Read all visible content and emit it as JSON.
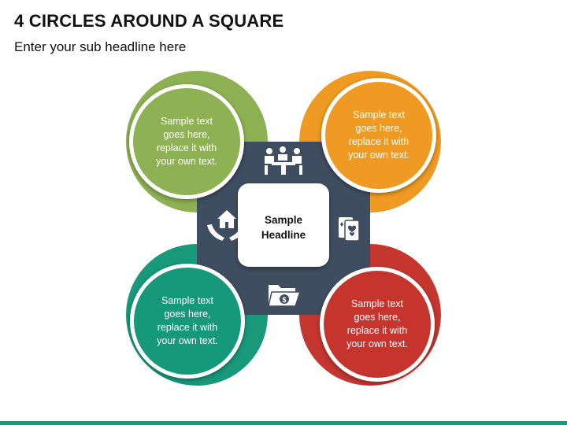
{
  "slide": {
    "title": "4 CIRCLES AROUND A SQUARE",
    "subtitle": "Enter your sub headline here"
  },
  "center": {
    "line1": "Sample",
    "line2": "Headline"
  },
  "circles": [
    {
      "id": "top-left",
      "color": "#8db152",
      "lines": [
        "Sample text",
        "goes here,",
        "replace it with",
        "your own text."
      ]
    },
    {
      "id": "top-right",
      "color": "#ef9a22",
      "lines": [
        "Sample text",
        "goes here,",
        "replace it with",
        "your own text."
      ]
    },
    {
      "id": "bottom-left",
      "color": "#17997a",
      "lines": [
        "Sample text",
        "goes here,",
        "replace it with",
        "your own text."
      ]
    },
    {
      "id": "bottom-right",
      "color": "#c5362f",
      "lines": [
        "Sample text",
        "goes here,",
        "replace it with",
        "your own text."
      ]
    }
  ],
  "icons": {
    "top": "meeting-icon",
    "right": "playing-cards-icon",
    "bottom": "money-folder-icon",
    "left": "house-hands-icon"
  },
  "colors": {
    "square": "#3e4d60",
    "accent_bar": "#17997a"
  }
}
